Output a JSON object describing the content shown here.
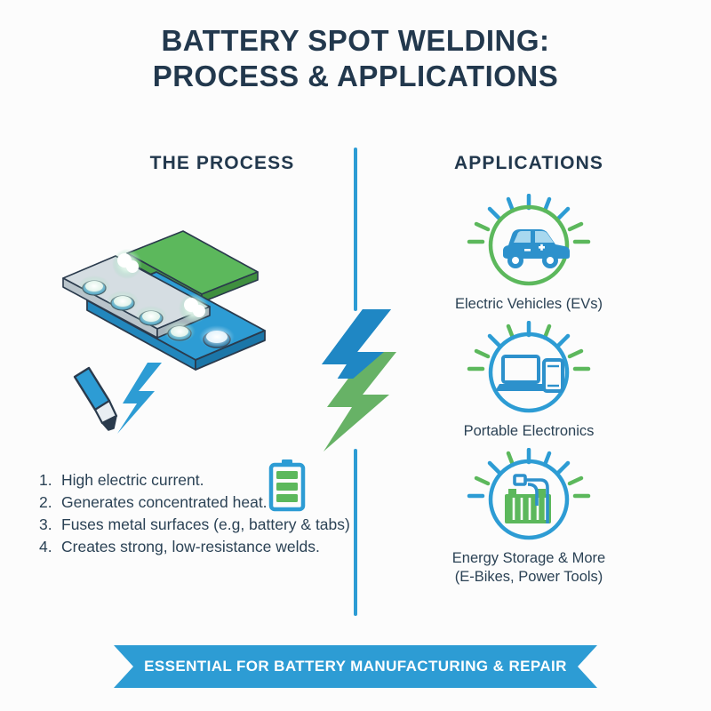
{
  "title": {
    "line1": "Battery Spot Welding:",
    "line2": "Process & Applications"
  },
  "sections": {
    "process_heading": "The Process",
    "applications_heading": "Applications"
  },
  "process_steps": [
    {
      "number": "1.",
      "text": "High electric current."
    },
    {
      "number": "2.",
      "text": "Generates concentrated heat."
    },
    {
      "number": "3.",
      "text": "Fuses metal surfaces (e.g, battery & tabs)"
    },
    {
      "number": "4.",
      "text": "Creates strong, low-resistance welds."
    }
  ],
  "applications": [
    {
      "icon": "electric-car-icon",
      "label": "Electric Vehicles (EVs)"
    },
    {
      "icon": "laptop-phone-icon",
      "label": "Portable Electronics"
    },
    {
      "icon": "battery-pack-icon",
      "label": "Energy Storage & More\n(E-Bikes, Power Tools)"
    }
  ],
  "banner": {
    "text": "Essential for Battery Manufacturing & Repair"
  },
  "illustration": {
    "top_plate": "green-metal-strip",
    "middle_plate": "silver-nickel-strip",
    "bottom_plate": "blue-battery-plate",
    "tool": "welding-electrode-pen",
    "spark": "lightning-bolt"
  },
  "colors": {
    "brand_blue": "#2d9cd4",
    "deep_blue": "#1f87c4",
    "brand_green": "#5cb85c",
    "leaf_green": "#67b266",
    "dark_navy": "#22384d",
    "body_text": "#2b4255",
    "background": "#fcfcfc"
  }
}
